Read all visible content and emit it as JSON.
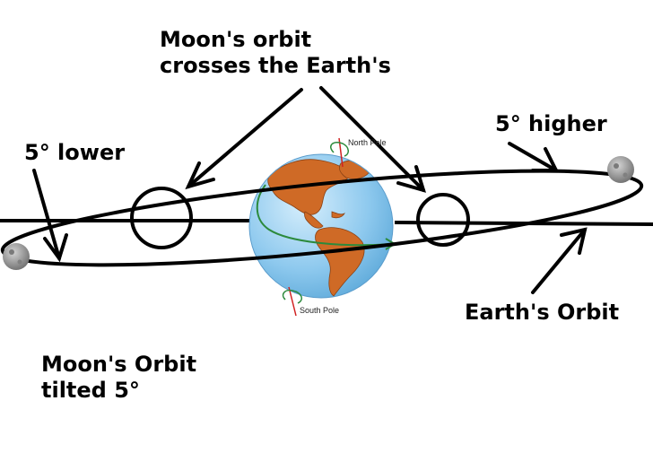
{
  "labels": {
    "crosses": {
      "line1": "Moon's orbit",
      "line2": "crosses the Earth's"
    },
    "lower": "5° lower",
    "higher": "5° higher",
    "earth_orbit": "Earth's Orbit",
    "tilted": {
      "line1": "Moon's Orbit",
      "line2": "tilted 5°"
    },
    "north_pole": "North Pole",
    "south_pole": "South Pole"
  },
  "colors": {
    "ocean": "#8ec9ee",
    "land": "#cf6a26",
    "rotation_arrow": "#2c8a3c",
    "axis": "#d02020",
    "moon": "#9a9a9a",
    "line": "#000000"
  },
  "icons": [
    "earth-globe-icon",
    "moon-icon",
    "rotation-arrow-icon",
    "node-circle-icon"
  ]
}
